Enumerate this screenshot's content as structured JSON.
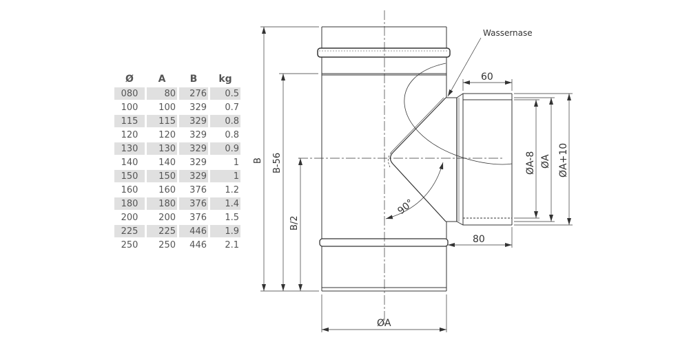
{
  "table": {
    "headers": [
      "Ø",
      "A",
      "B",
      "kg"
    ],
    "rows": [
      [
        "080",
        "80",
        "276",
        "0.5"
      ],
      [
        "100",
        "100",
        "329",
        "0.7"
      ],
      [
        "115",
        "115",
        "329",
        "0.8"
      ],
      [
        "120",
        "120",
        "329",
        "0.8"
      ],
      [
        "130",
        "130",
        "329",
        "0.9"
      ],
      [
        "140",
        "140",
        "329",
        "1"
      ],
      [
        "150",
        "150",
        "329",
        "1"
      ],
      [
        "160",
        "160",
        "376",
        "1.2"
      ],
      [
        "180",
        "180",
        "376",
        "1.4"
      ],
      [
        "200",
        "200",
        "376",
        "1.5"
      ],
      [
        "225",
        "225",
        "446",
        "1.9"
      ],
      [
        "250",
        "250",
        "446",
        "2.1"
      ]
    ]
  },
  "drawing": {
    "callout": "Wassernase",
    "dim_B": "B",
    "dim_B56": "B-56",
    "dim_B2": "B/2",
    "dim_A_bottom": "ØA",
    "dim_60": "60",
    "dim_80": "80",
    "dim_A8": "ØA-8",
    "dim_A": "ØA",
    "dim_A10": "ØA+10",
    "angle": "90°"
  }
}
